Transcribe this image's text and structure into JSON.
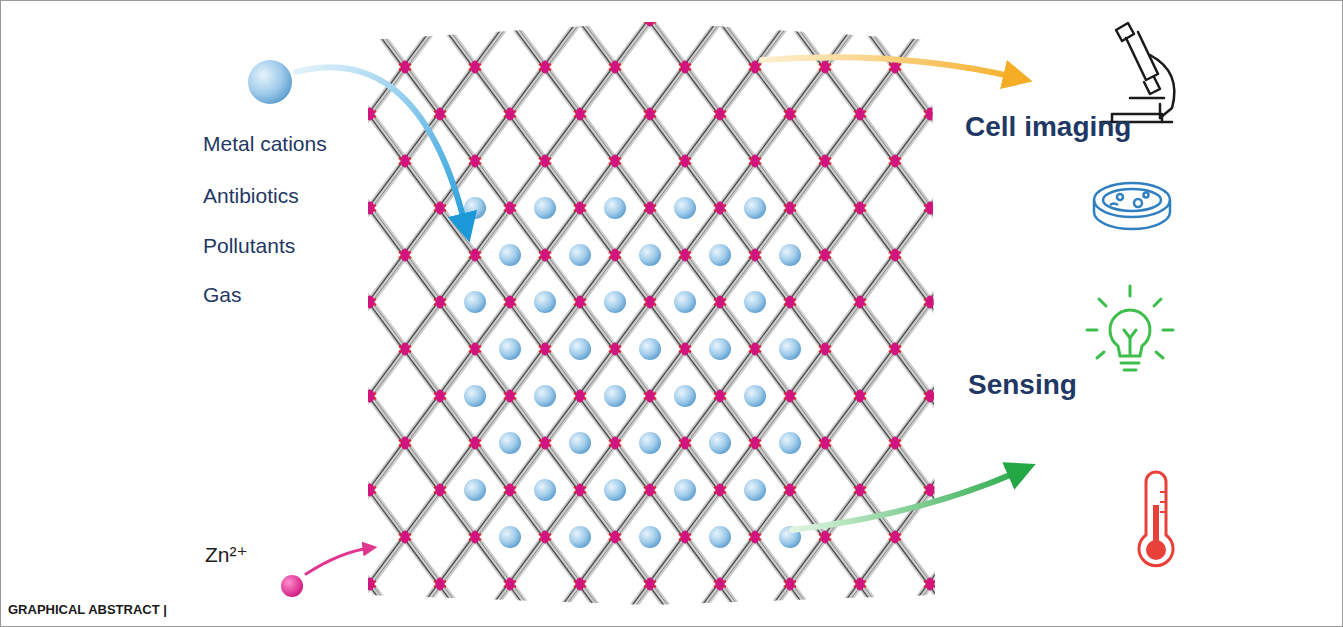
{
  "diagram": {
    "caption": "GRAPHICAL ABSTRACT |",
    "labels": [
      "Metal cations",
      "Antibiotics",
      "Pollutants",
      "Gas",
      "Zn²⁺",
      "Cell imaging",
      "Sensing"
    ]
  }
}
